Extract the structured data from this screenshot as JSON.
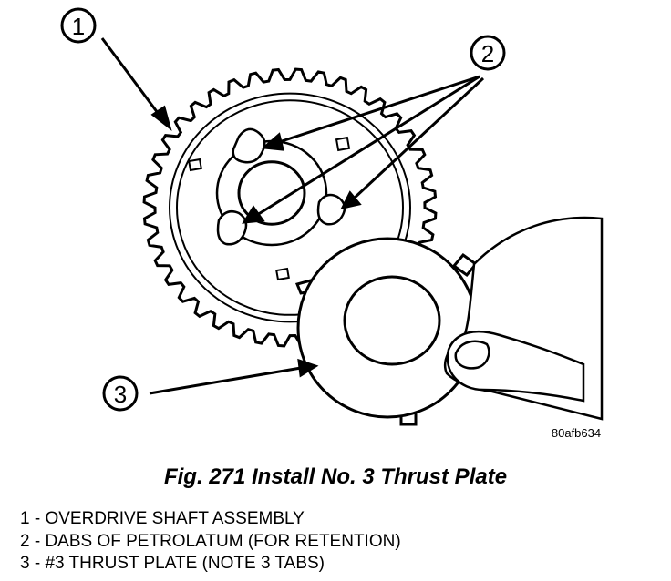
{
  "callouts": [
    "1",
    "2",
    "3"
  ],
  "figure_code": "80afb634",
  "caption": "Fig. 271 Install No. 3 Thrust Plate",
  "legend": [
    "1 - OVERDRIVE SHAFT ASSEMBLY",
    "2 - DABS OF PETROLATUM (FOR RETENTION)",
    "3 - #3 THRUST PLATE (NOTE 3 TABS)"
  ]
}
